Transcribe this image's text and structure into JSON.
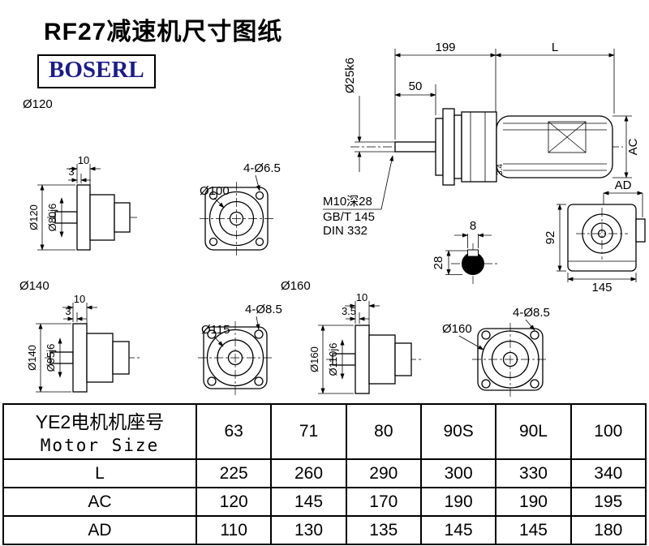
{
  "title": "RF27减速机尺寸图纸",
  "logo": "BOSERL",
  "drawing": {
    "main": {
      "dim_199": "199",
      "dim_L": "L",
      "shaft_dia": "Ø25k6",
      "dim_50": "50",
      "dim_AC": "AC",
      "dim_3_4": "3.4",
      "thread_note": "M10深28",
      "std_gbt": "GB/T 145",
      "std_din": "DIN 332"
    },
    "keyway": {
      "dim_8": "8",
      "dim_28": "28"
    },
    "endview": {
      "dim_AD": "AD",
      "dim_92": "92",
      "dim_145": "145"
    },
    "f120": {
      "title": "Ø120",
      "dim_10": "10",
      "dim_3": "3",
      "flange_dia": "Ø120",
      "spigot_dia": "Ø80j6",
      "pilot_dia": "Ø100",
      "holes": "4-Ø6.5"
    },
    "f140": {
      "title": "Ø140",
      "dim_10": "10",
      "dim_3": "3",
      "flange_dia": "Ø140",
      "spigot_dia": "Ø95j6",
      "pilot_dia": "Ø115",
      "holes": "4-Ø8.5"
    },
    "f160": {
      "title": "Ø160",
      "dim_10": "10",
      "dim_3_5": "3.5",
      "flange_dia": "Ø160",
      "spigot_dia": "Ø110j6",
      "pilot_dia": "Ø160",
      "holes": "4-Ø8.5"
    }
  },
  "table": {
    "header_cn": "YE2电机机座号",
    "header_en": "Motor Size",
    "motor_sizes": [
      "63",
      "71",
      "80",
      "90S",
      "90L",
      "100"
    ],
    "rows": [
      {
        "label": "L",
        "values": [
          "225",
          "260",
          "290",
          "300",
          "330",
          "340"
        ]
      },
      {
        "label": "AC",
        "values": [
          "120",
          "145",
          "170",
          "190",
          "190",
          "195"
        ]
      },
      {
        "label": "AD",
        "values": [
          "110",
          "130",
          "135",
          "145",
          "145",
          "180"
        ]
      }
    ]
  }
}
